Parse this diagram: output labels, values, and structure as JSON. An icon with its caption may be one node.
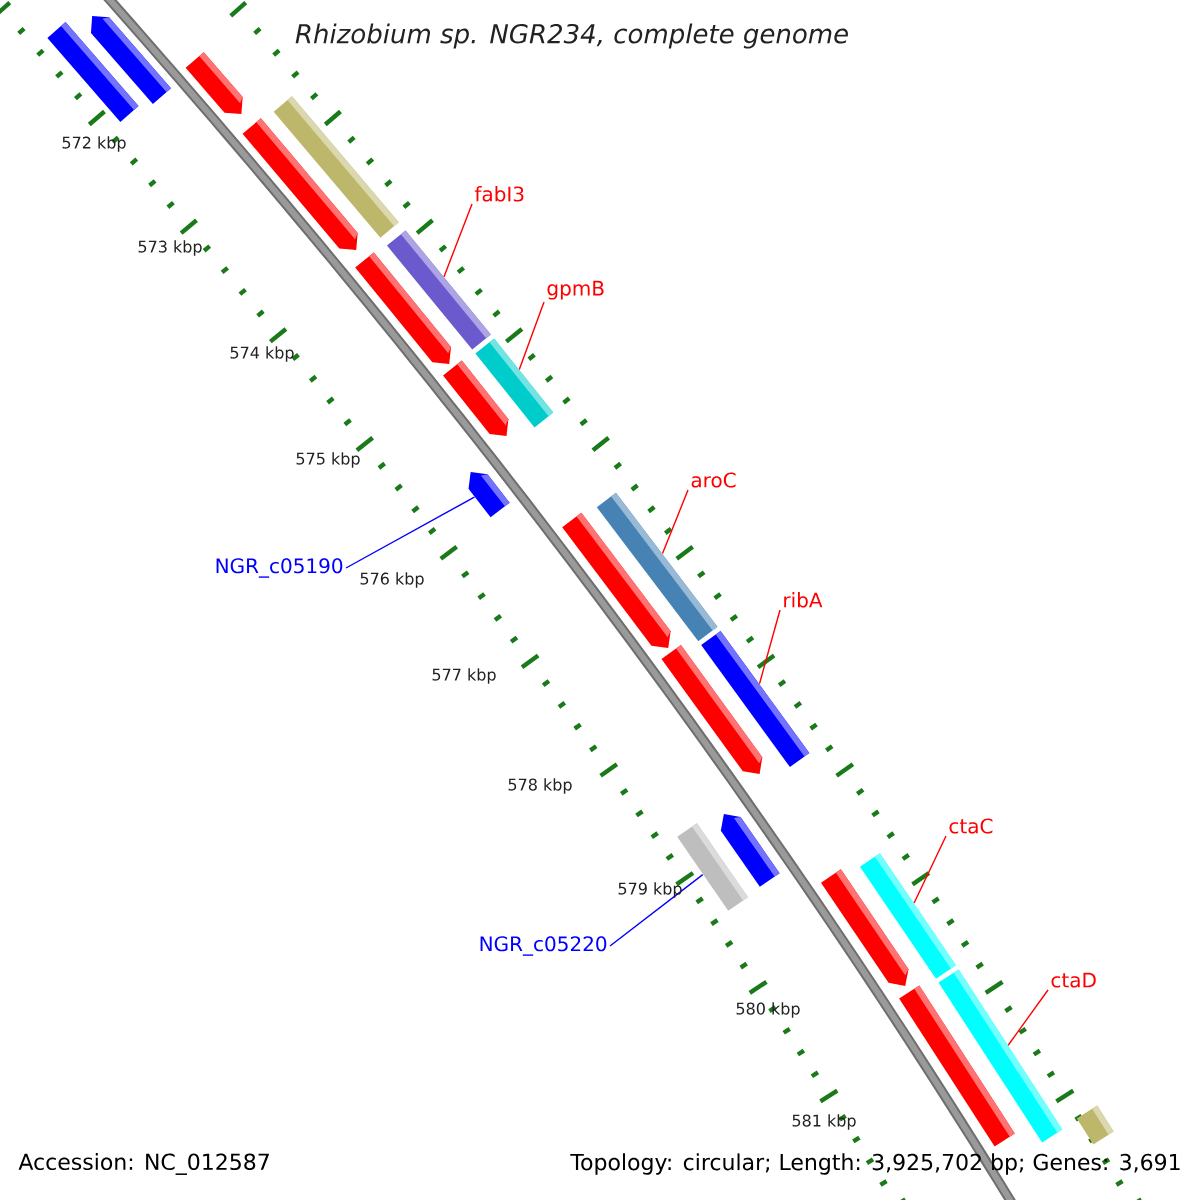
{
  "diagram": {
    "title": "Rhizobium sp. NGR234, complete genome",
    "nodes": [
      {
        "text": [
          "fabI3"
        ]
      },
      {
        "text": [
          "gpmB"
        ]
      },
      {
        "text": [
          "aroC"
        ]
      },
      {
        "text": [
          "ribA"
        ]
      },
      {
        "text": [
          "ctaC"
        ]
      },
      {
        "text": [
          "ctaD"
        ]
      },
      {
        "text": [
          "NGR_c05190"
        ]
      },
      {
        "text": [
          "NGR_c05220"
        ]
      },
      {
        "text": [],
        "shape": "bar"
      },
      {
        "text": [],
        "shape": "bar"
      },
      {
        "text": [],
        "shape": "bar"
      },
      {
        "text": [],
        "shape": "bar"
      },
      {
        "text": [],
        "shape": "bar"
      },
      {
        "text": [],
        "shape": "bar"
      },
      {
        "text": [],
        "shape": "bar"
      },
      {
        "text": [],
        "shape": "bar"
      }
    ],
    "edges": [
      {
        "from": 0,
        "to": 8,
        "arrow": "none"
      },
      {
        "from": 1,
        "to": 9,
        "arrow": "none"
      },
      {
        "from": 2,
        "to": 10,
        "arrow": "none"
      },
      {
        "from": 3,
        "to": 11,
        "arrow": "none"
      },
      {
        "from": 4,
        "to": 12,
        "arrow": "none"
      },
      {
        "from": 5,
        "to": 13,
        "arrow": "none"
      },
      {
        "from": 6,
        "to": 14,
        "arrow": "none",
        "color": "#0000ff"
      },
      {
        "from": 7,
        "to": 15,
        "arrow": "none",
        "color": "#0000ff"
      }
    ],
    "labels": [
      "572 kbp",
      "573 kbp",
      "574 kbp",
      "575 kbp",
      "576 kbp",
      "577 kbp",
      "578 kbp",
      "579 kbp",
      "580 kbp",
      "581 kbp",
      "Accession: NC_012587",
      "Topology: circular; Length: 3,925,702 bp; Genes: 3,691"
    ]
  }
}
